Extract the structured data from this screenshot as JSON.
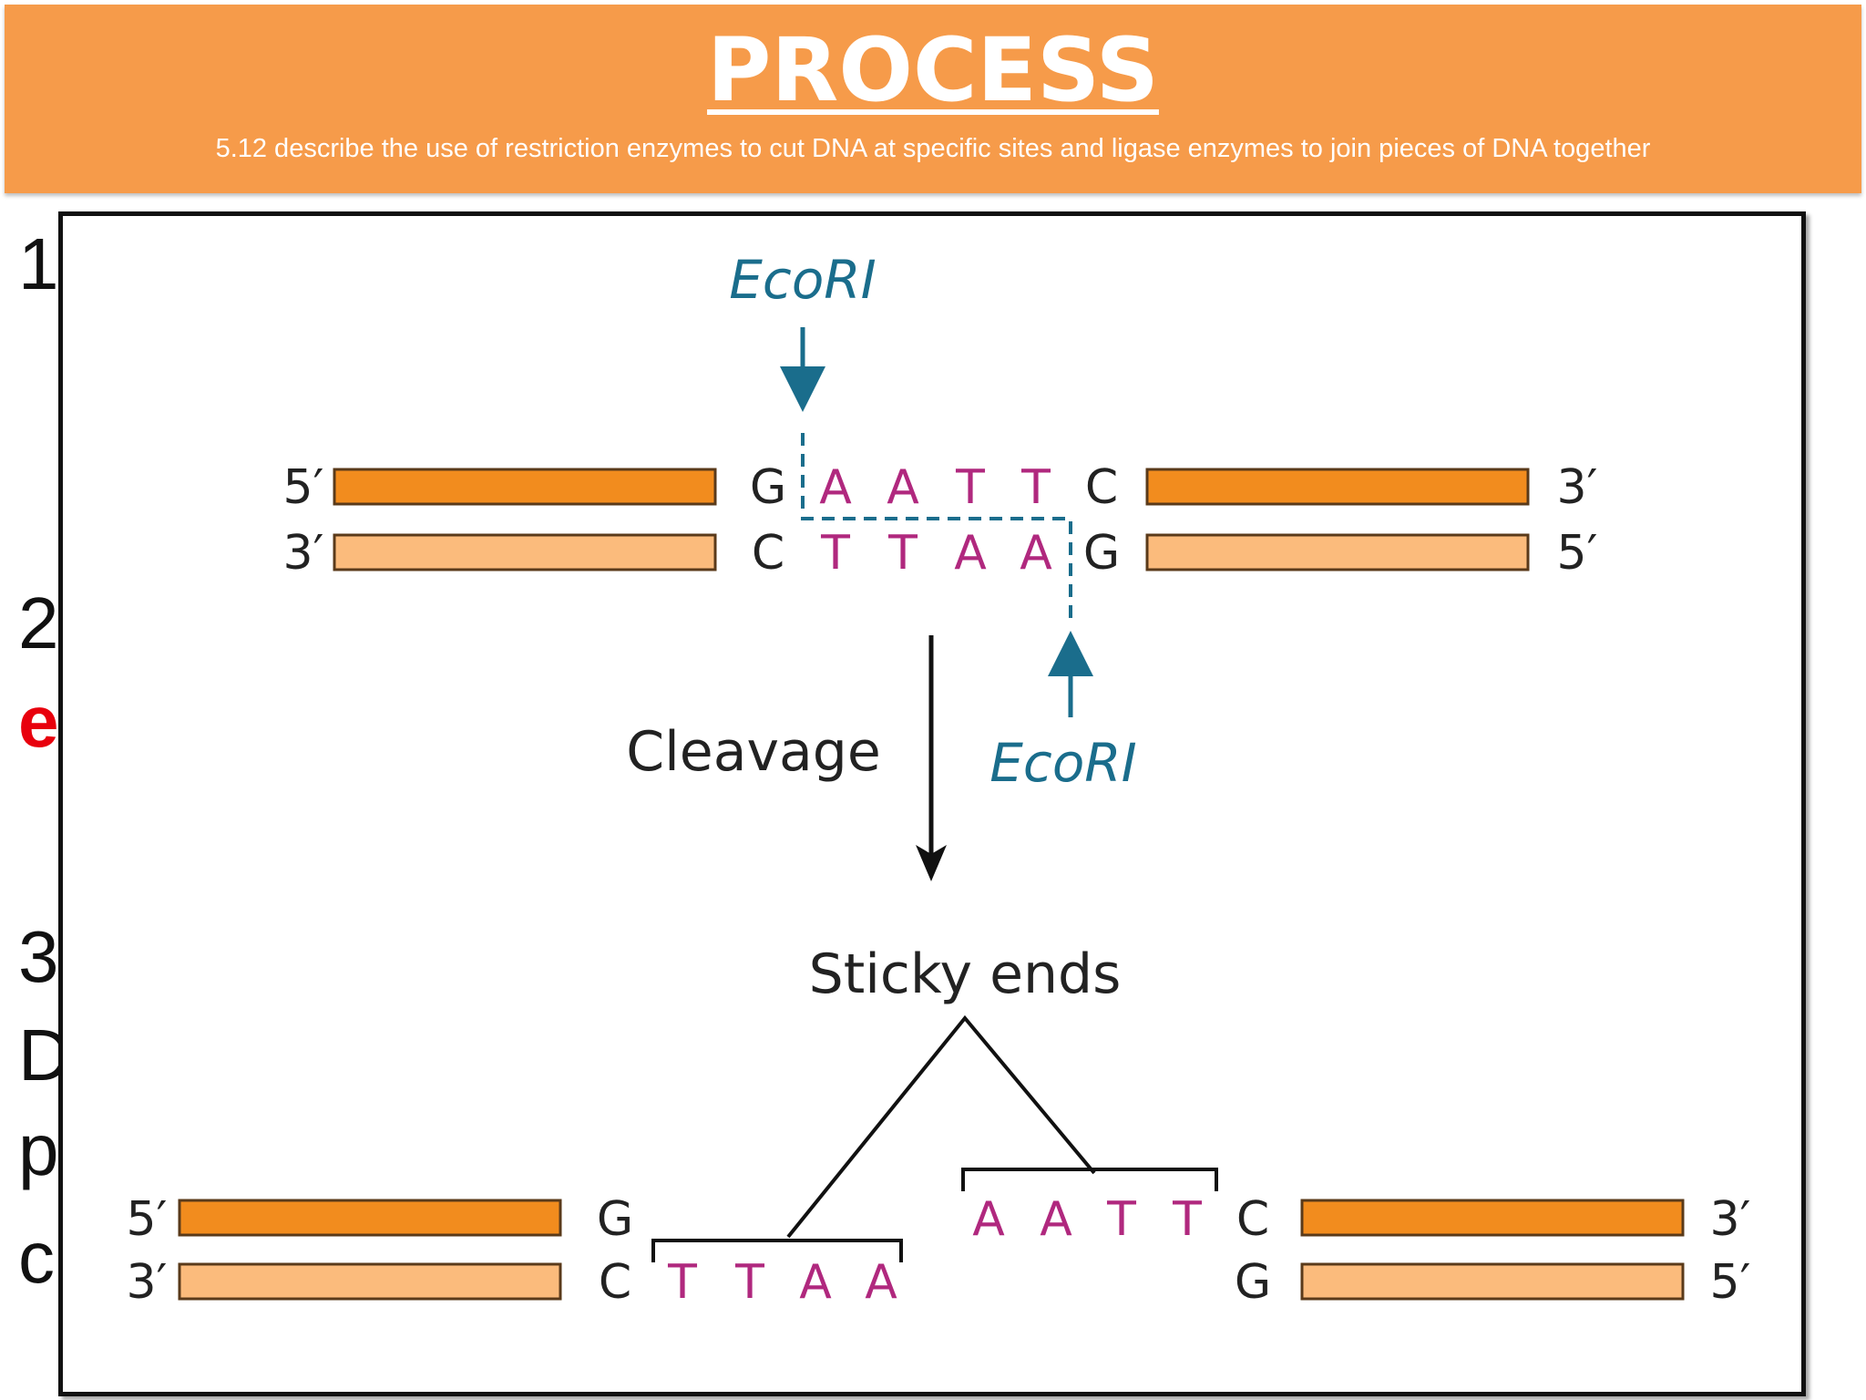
{
  "header": {
    "title": "PROCESS",
    "subtitle": "5.12 describe the use of restriction enzymes to cut DNA at specific sites and ligase enzymes to join pieces of DNA together",
    "background_color": "#f69b4a"
  },
  "side_text": [
    {
      "text": "1"
    },
    {
      "text": "2"
    },
    {
      "text": "e",
      "color": "#e8000d"
    },
    {
      "text": "3"
    },
    {
      "text": "D"
    },
    {
      "text": "p"
    },
    {
      "text": "c"
    }
  ],
  "diagram": {
    "enzyme_top": "EcoRI",
    "enzyme_bottom": "EcoRI",
    "cleavage_label": "Cleavage",
    "sticky_ends_label": "Sticky ends",
    "top": {
      "left_labels": [
        "5′",
        "3′"
      ],
      "right_labels": [
        "3′",
        "5′"
      ],
      "upper_bases": [
        "G",
        "A",
        "A",
        "T",
        "T",
        "C"
      ],
      "lower_bases": [
        "C",
        "T",
        "T",
        "A",
        "A",
        "G"
      ]
    },
    "bottom_left": {
      "labels": [
        "5′",
        "3′"
      ],
      "upper_bases": [
        "G"
      ],
      "lower_bases": [
        "C",
        "T",
        "T",
        "A",
        "A"
      ]
    },
    "bottom_right": {
      "labels": [
        "3′",
        "5′"
      ],
      "upper_bases": [
        "A",
        "A",
        "T",
        "T",
        "C"
      ],
      "lower_bases": [
        "G"
      ]
    },
    "colors": {
      "strand_dark": "#f28c1e",
      "strand_light": "#fbbb7c",
      "strand_outline": "#5a3a1a",
      "enzyme": "#1a6d8c",
      "overhang_base": "#b0287e",
      "base": "#222222"
    }
  }
}
